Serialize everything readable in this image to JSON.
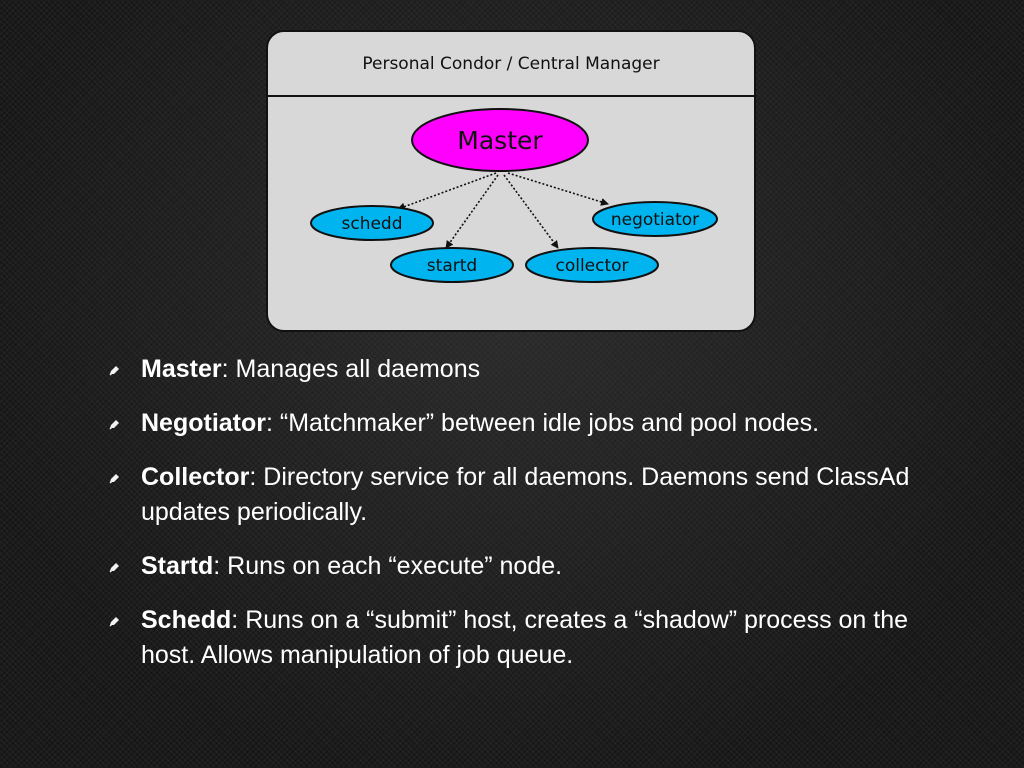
{
  "panel": {
    "title": "Personal Condor / Central Manager"
  },
  "diagram": {
    "master": {
      "label": "Master",
      "color": "#ff00ff"
    },
    "daemons": [
      {
        "label": "schedd",
        "color": "#00b4f0"
      },
      {
        "label": "startd",
        "color": "#00b4f0"
      },
      {
        "label": "collector",
        "color": "#00b4f0"
      },
      {
        "label": "negotiator",
        "color": "#00b4f0"
      }
    ]
  },
  "bullets": [
    {
      "term": "Master",
      "sep": ": ",
      "text": "Manages all daemons"
    },
    {
      "term": "Negotiator",
      "sep": ": ",
      "text": "“Matchmaker” between idle jobs and pool nodes."
    },
    {
      "term": "Collector",
      "sep": ": ",
      "text": "Directory service for all daemons. Daemons send ClassAd updates periodically."
    },
    {
      "term": "Startd",
      "sep": ": ",
      "text": "Runs on each “execute” node."
    },
    {
      "term": "Schedd",
      "sep": ": ",
      "text": "Runs on a “submit” host, creates a “shadow” process on the host. Allows manipulation of job queue."
    }
  ],
  "bullet_icon": "pencil-bullet-icon"
}
